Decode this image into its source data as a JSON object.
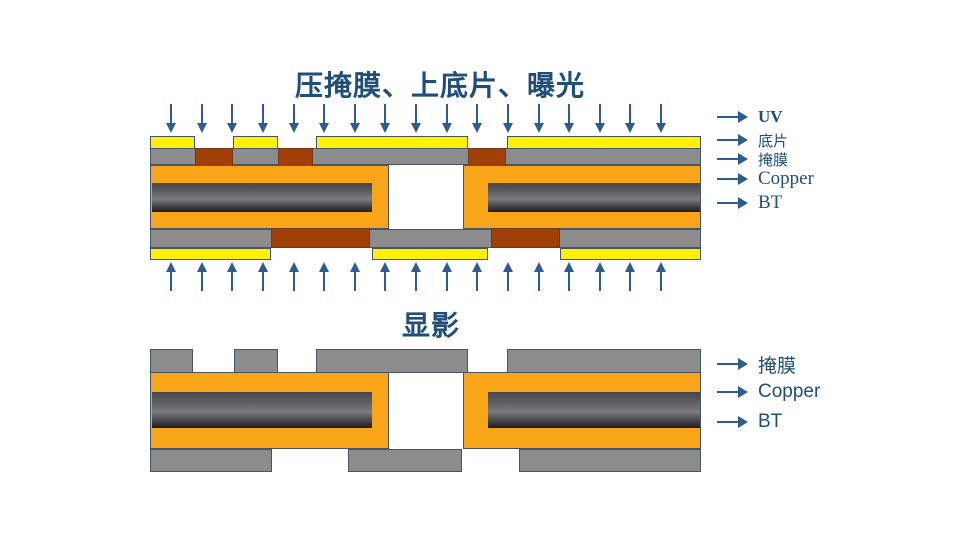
{
  "colors": {
    "title_text": "#1F4E79",
    "arrow": "#2E5C8E",
    "outline": "#44546A",
    "film_yellow": "#FFF101",
    "mask_gray": "#8C8C8C",
    "unexposed_mask_brown": "#A04008",
    "copper_orange": "#F9A51A",
    "bt_core_dark": "#3A3A3E",
    "background": "#FFFFFF"
  },
  "exposure_section": {
    "title": "压掩膜、上底片、曝光",
    "uv_arrows_top_count": 17,
    "press_arrows_bottom_count": 17,
    "legend": [
      {
        "label": "UV"
      },
      {
        "label": "底片"
      },
      {
        "label": "掩膜"
      },
      {
        "label": "Copper"
      },
      {
        "label": "BT"
      }
    ]
  },
  "develop_section": {
    "title": "显影",
    "legend": [
      {
        "label": "掩膜"
      },
      {
        "label": "Copper"
      },
      {
        "label": "BT"
      }
    ]
  }
}
